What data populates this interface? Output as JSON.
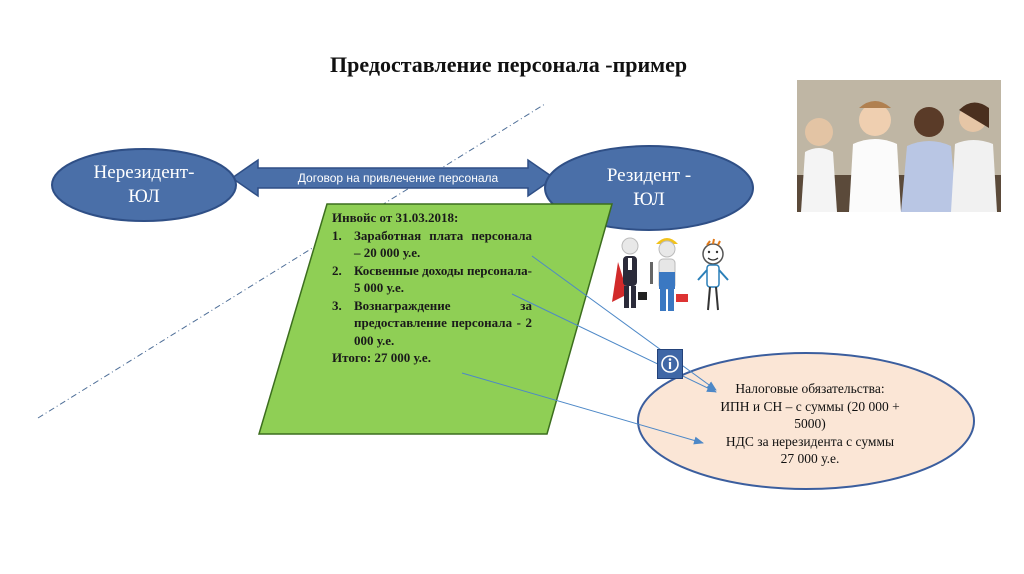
{
  "title": "Предоставление персонала -пример",
  "nonresident": {
    "line1": "Нерезидент-",
    "line2": "ЮЛ"
  },
  "resident": {
    "line1": "Резидент -",
    "line2": "ЮЛ"
  },
  "contract_arrow": {
    "label": "Договор на привлечение персонала"
  },
  "invoice": {
    "heading": "Инвойс от 31.03.2018:",
    "items": [
      {
        "num": "1.",
        "text": "Заработная плата персонала – 20 000 у.е."
      },
      {
        "num": "2.",
        "text": "Косвенные доходы персонала- 5 000 у.е."
      },
      {
        "num": "3.",
        "text": "Вознаграждение за предоставление персонала - 2 000 у.е."
      }
    ],
    "total": "Итого: 27 000 у.е."
  },
  "tax": {
    "line1": "Налоговые обязательства:",
    "line2": "ИПН и СН – с суммы (20 000 +",
    "line3": "5000)",
    "line4": "НДС за нерезидента с суммы",
    "line5": "27 000 у.е."
  },
  "colors": {
    "ellipse_fill": "#4a6fa8",
    "ellipse_stroke": "#2f4f86",
    "invoice_fill": "#8fcf55",
    "invoice_stroke": "#3c6e1e",
    "tax_fill": "#fbe6d6",
    "tax_stroke": "#3b5e9e",
    "connector": "#4d88c7"
  }
}
